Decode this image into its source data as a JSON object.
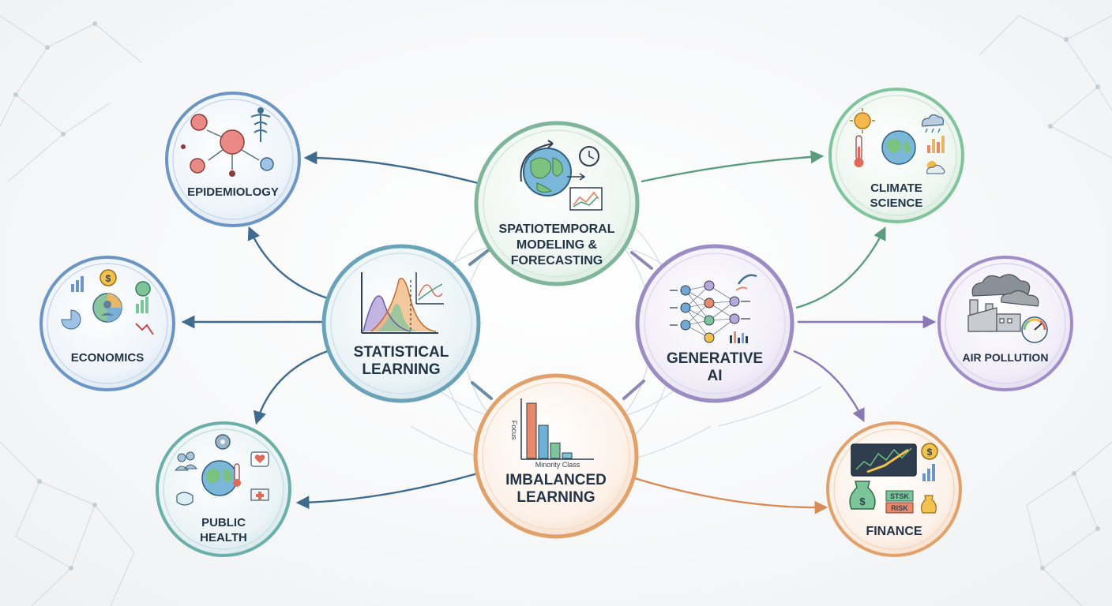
{
  "nodes": {
    "spatiotemporal": {
      "lines": [
        "SPATIOTEMPORAL",
        "MODELING &",
        "FORECASTING"
      ],
      "color": "#7fb59a"
    },
    "statistical": {
      "lines": [
        "STATISTICAL",
        "LEARNING"
      ],
      "color": "#6aa3b8"
    },
    "generative": {
      "lines": [
        "GENERATIVE",
        "AI"
      ],
      "color": "#9b8cc4"
    },
    "imbalanced": {
      "lines": [
        "IMBALANCED",
        "LEARNING"
      ],
      "color": "#e2a06a",
      "chart_axis_text": "Focus",
      "chart_caption": "Minority Class",
      "bars": [
        {
          "value": 1.0,
          "color": "#e88a6a"
        },
        {
          "value": 0.6,
          "color": "#6fb0d6"
        },
        {
          "value": 0.28,
          "color": "#7dc49a"
        },
        {
          "value": 0.1,
          "color": "#7dc4d6"
        }
      ]
    },
    "epidemiology": {
      "lines": [
        "EPIDEMIOLOGY"
      ],
      "color": "#6b95c4"
    },
    "economics": {
      "lines": [
        "ECONOMICS"
      ],
      "color": "#6b95c4"
    },
    "public_health": {
      "lines": [
        "PUBLIC",
        "HEALTH"
      ],
      "color": "#6bb0a8"
    },
    "climate_science": {
      "lines": [
        "CLIMATE",
        "SCIENCE"
      ],
      "color": "#7fc49a"
    },
    "air_pollution": {
      "lines": [
        "AIR POLLUTION"
      ],
      "color": "#a08cc8"
    },
    "finance": {
      "lines": [
        "FINANCE"
      ],
      "color": "#e2a06a",
      "currency_symbol": "$",
      "tags": [
        "STSK",
        "RISK"
      ]
    }
  },
  "icons": {
    "economics_currency": "$"
  },
  "edge_colors": {
    "blue": "#3f6b8f",
    "green": "#5a9c7e",
    "purple": "#8b76b6",
    "orange": "#d98a55",
    "faint": "#b7c3cf"
  }
}
